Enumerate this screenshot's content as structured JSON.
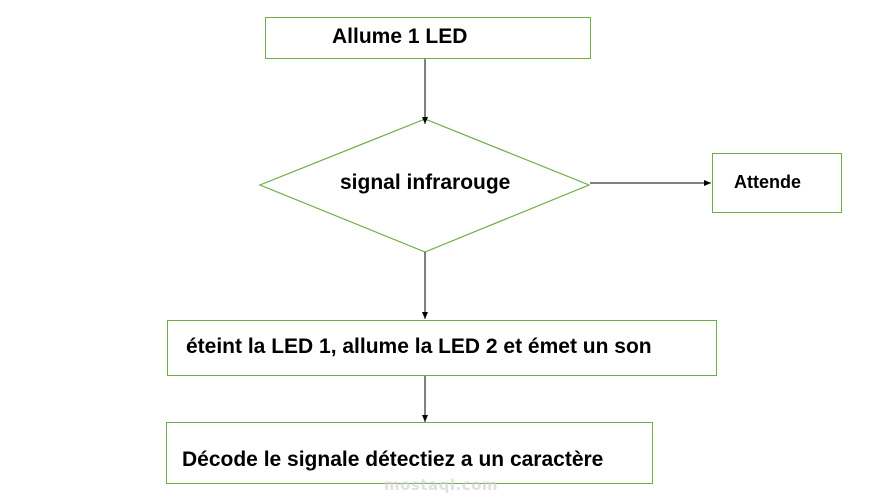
{
  "flowchart": {
    "step_start": "Allume 1 LED",
    "decision": "signal infrarouge",
    "step_wait": "Attende",
    "step_action": "éteint la LED 1, allume la LED 2 et émet un son",
    "step_decode": "Décode le signale détectiez a un caractère"
  },
  "watermark": {
    "text": "mostaql.com"
  },
  "colors": {
    "shape_border": "#70ad47",
    "text": "#000000",
    "arrow": "#000000"
  }
}
